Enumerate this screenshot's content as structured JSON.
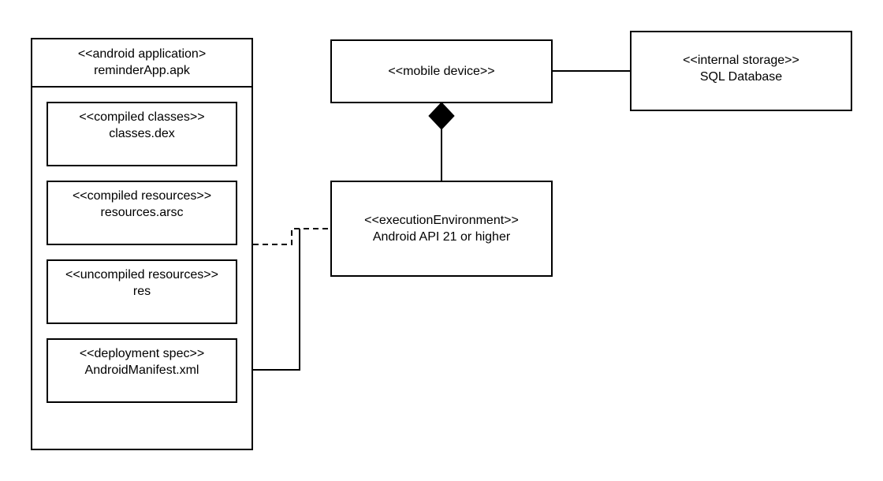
{
  "apk": {
    "stereotype": "<<android application>",
    "name": "reminderApp.apk",
    "artifacts": [
      {
        "stereotype": "<<compiled classes>>",
        "name": "classes.dex"
      },
      {
        "stereotype": "<<compiled resources>>",
        "name": "resources.arsc"
      },
      {
        "stereotype": "<<uncompiled resources>>",
        "name": "res"
      },
      {
        "stereotype": "<<deployment spec>>",
        "name": "AndroidManifest.xml"
      }
    ]
  },
  "mobile_device": {
    "stereotype": "<<mobile device>>"
  },
  "internal_storage": {
    "stereotype": "<<internal storage>>",
    "name": "SQL Database"
  },
  "execution_environment": {
    "stereotype": "<<executionEnvironment>>",
    "name": "Android API 21 or higher"
  },
  "relationships": [
    {
      "from": "mobile_device",
      "to": "internal_storage",
      "type": "association"
    },
    {
      "from": "mobile_device",
      "to": "execution_environment",
      "type": "composition"
    },
    {
      "from": "apk",
      "to": "execution_environment",
      "type": "dependency"
    },
    {
      "from": "deployment_spec",
      "to": "execution_environment",
      "type": "association"
    }
  ]
}
